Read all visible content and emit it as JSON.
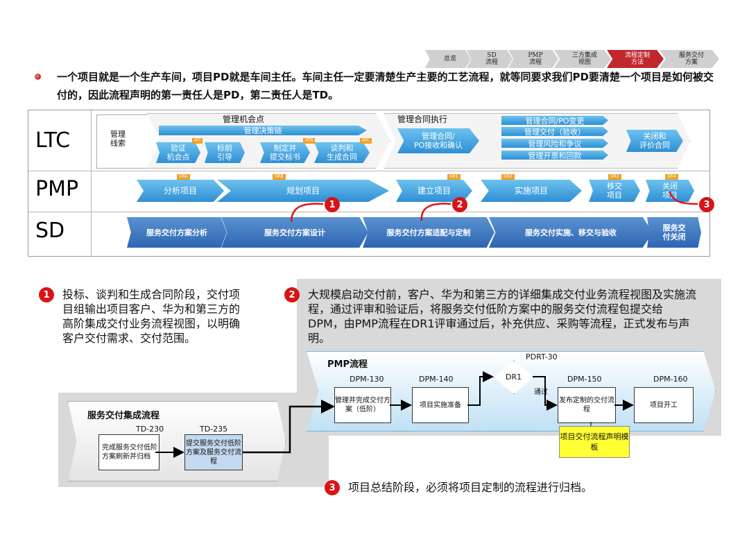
{
  "nav": [
    "总览",
    "SD\n流程",
    "PMP\n流程",
    "三方集成\n视图",
    "流程定制\n方法",
    "服务交付\n方案"
  ],
  "intro": "一个项目就是一个生产车间，项目PD就是车间主任。车间主任一定要清楚生产主要的工艺流程，就等同要求我们PD要清楚一个项目是如何被交付的，因此流程声明的第一责任人是PD，第二责任人是TD。",
  "rows": {
    "ltc": "LTC",
    "pmp": "PMP",
    "sd": "SD"
  },
  "ltc": {
    "lead": "管理\n线索",
    "opp_header": "管理机会点",
    "contract_header": "管理合同执行",
    "decision_chain": "管理决策链",
    "opp_steps": [
      "验证\n机会点",
      "标前\n引导",
      "制定并\n提交标书",
      "谈判和\n生成合同"
    ],
    "at_tags": [
      "ATI",
      "ATB",
      "ATC"
    ],
    "receive": "管理合同/\nPO接收和确认",
    "contract_items": [
      "管理合同/PO变更",
      "管理交付（验收）",
      "管理风险和争议",
      "管理开票和回款"
    ],
    "close": "关闭和\n评价合同"
  },
  "pmp": {
    "steps": [
      "分析项目",
      "规划项目",
      "建立项目",
      "实施项目",
      "移交\n项目",
      "关闭\n项目"
    ],
    "tags": [
      "DRA",
      "DRB",
      "DR1",
      "DR2",
      "DR3",
      "DR4"
    ]
  },
  "sd": {
    "steps": [
      "服务交付方案分析",
      "服务交付方案设计",
      "服务交付方案适配与定制",
      "服务交付实施、移交与验收",
      "服务交\n付关闭"
    ]
  },
  "markers": [
    "1",
    "2",
    "3"
  ],
  "note1": "投标、谈判和生成合同阶段，交付项目组输出项目客户、华为和第三方的高阶集成交付业务流程视图，以明确客户交付需求、交付范围。",
  "note2": "大规模启动交付前，客户、华为和第三方的详细集成交付业务流程视图及实施流程，通过评审和验证后，将服务交付低阶方案中的服务交付流程包提交给DPM，由PMP流程在DR1评审通过后，补充供应、采购等流程，正式发布与声明。",
  "note3": "项目总结阶段，必须将项目定制的流程进行归档。",
  "pmp_flow": {
    "title": "PMP流程",
    "pdrt": "PDRT-30",
    "codes": [
      "DPM-130",
      "DPM-140",
      "DPM-150",
      "DPM-160"
    ],
    "boxes": [
      "管理并完成交付方案（低阶）",
      "项目实施准备",
      "发布定制的交付流程",
      "项目开工"
    ],
    "dr1": "DR1",
    "pass": "通过",
    "template": "项目交付流程声明模板"
  },
  "sd_flow": {
    "title": "服务交付集成流程",
    "codes": [
      "TD-230",
      "TD-235"
    ],
    "boxes": [
      "完成服务交付低阶方案刷新并归档",
      "提交服务交付低阶方案及服务交付流程"
    ]
  },
  "colors": {
    "accent_red": "#d81418",
    "blue": "#2f8fd3",
    "nav_active": "#c0282e"
  }
}
